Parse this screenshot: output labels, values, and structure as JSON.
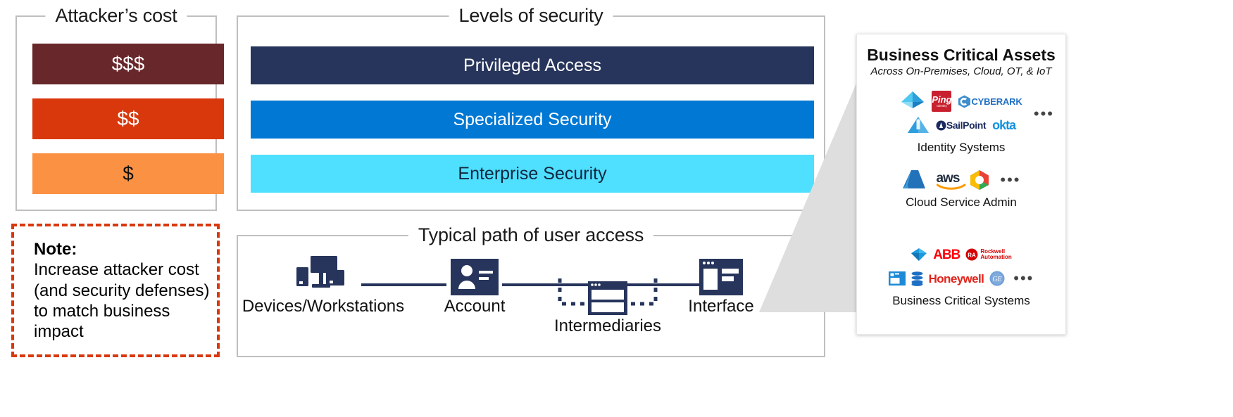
{
  "attacker_cost": {
    "title": "Attacker’s cost",
    "bars": [
      {
        "label": "$$$",
        "color": "#68272a"
      },
      {
        "label": "$$",
        "color": "#d9380d"
      },
      {
        "label": "$",
        "color": "#fb9143"
      }
    ]
  },
  "note": {
    "title": "Note:",
    "text": "Increase attacker cost (and security defenses) to match business impact",
    "border_color": "#d9380d"
  },
  "levels_of_security": {
    "title": "Levels of security",
    "bars": [
      {
        "label": "Privileged Access",
        "color": "#27355c",
        "text_color": "#ffffff"
      },
      {
        "label": "Specialized Security",
        "color": "#0078d4",
        "text_color": "#ffffff"
      },
      {
        "label": "Enterprise Security",
        "color": "#4fdfff",
        "text_color": "#12263f"
      }
    ]
  },
  "user_access_path": {
    "title": "Typical path of user access",
    "nodes": [
      {
        "label": "Devices/Workstations",
        "icon": "devices-workstations-icon"
      },
      {
        "label": "Account",
        "icon": "account-card-icon"
      },
      {
        "label": "Intermediaries",
        "icon": "intermediaries-icon"
      },
      {
        "label": "Interface",
        "icon": "interface-window-icon"
      }
    ],
    "line_color": "#27355c"
  },
  "business_critical_assets": {
    "title": "Business Critical Assets",
    "subtitle": "Across On-Premises, Cloud, OT, & IoT",
    "groups": [
      {
        "caption": "Identity Systems",
        "row1": [
          "azure-ad-icon",
          "ping-identity-logo",
          "cyberark-logo"
        ],
        "row2": [
          "active-directory-icon",
          "sailpoint-logo",
          "okta-logo"
        ],
        "ellipsis": "•••",
        "logo_text": {
          "ping_main": "Ping",
          "ping_sub": "Identity",
          "cyberark_a": "CYBER",
          "cyberark_b": "ARK",
          "sailpoint": "SailPoint",
          "okta": "okta"
        }
      },
      {
        "caption": "Cloud Service Admin",
        "row1": [
          "azure-logo",
          "aws-logo",
          "google-cloud-logo"
        ],
        "ellipsis": "•••",
        "logo_text": {
          "aws": "aws"
        }
      },
      {
        "caption": "Business Critical Systems",
        "row1": [
          "sap-diamond-icon",
          "abb-logo",
          "rockwell-automation-logo"
        ],
        "row2": [
          "app-window-icon",
          "database-icon",
          "honeywell-logo",
          "ge-logo"
        ],
        "ellipsis": "•••",
        "logo_text": {
          "abb": "ABB",
          "rockwell_1": "Rockwell",
          "rockwell_2": "Automation",
          "honeywell": "Honeywell",
          "ge": "GE"
        }
      }
    ]
  }
}
